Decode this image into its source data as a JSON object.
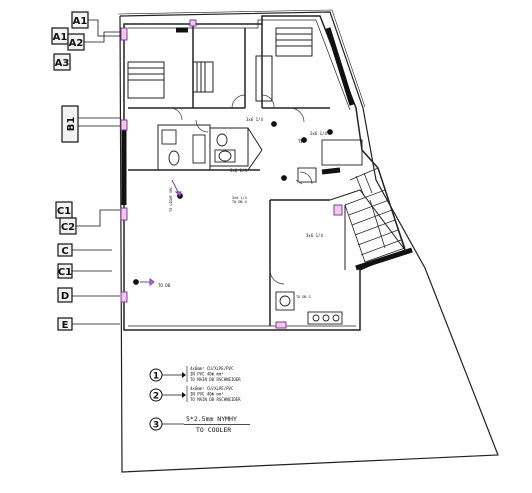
{
  "grid_tags": {
    "a1": "A1",
    "a2": "A2",
    "a3": "A3",
    "b1": "B1",
    "c1": "C1",
    "c2": "C2",
    "c": "C",
    "d": "D",
    "e": "E"
  },
  "room_notes": {
    "n1": "3x6 1/4",
    "n2": "2x6 1/4",
    "n3": "3x6 1/4",
    "n4": "3x6 1/4",
    "n5": "3x6 1/4",
    "n6": "TO DB G",
    "n7": "TO DB G",
    "tv": "TV",
    "tr1": "TO DB",
    "tr2": "TO LIGHT SRC"
  },
  "legend": {
    "items": [
      {
        "num": "1",
        "lines": [
          "4x6mm² CU/XLPE/PVC",
          "IN PVC 40Φ mm²",
          "TO MAIN DB RSCHNEIDER"
        ]
      },
      {
        "num": "2",
        "lines": [
          "4x6mm² CU/XLPE/PVC",
          "IN PVC 40Φ mm²",
          "TO MAIN DB RSCHNEIDER"
        ]
      },
      {
        "num": "3",
        "lines": [
          "5*2.5mm NYMHY",
          "TO COOLER"
        ]
      }
    ]
  }
}
